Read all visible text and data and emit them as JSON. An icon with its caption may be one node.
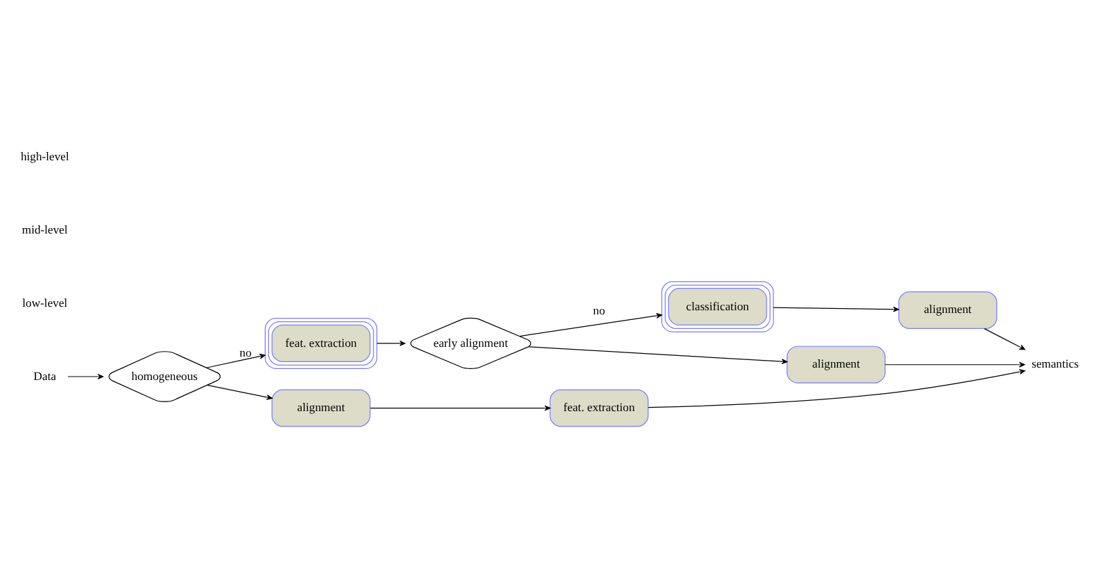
{
  "diagram": {
    "nodes": [
      {
        "text": [
          "Data"
        ]
      },
      {
        "text": [
          "homogeneous"
        ]
      },
      {
        "text": [
          "feat. extraction"
        ]
      },
      {
        "text": [
          "alignment"
        ]
      },
      {
        "text": [
          "feat. extraction"
        ]
      },
      {
        "text": [
          "early alignment"
        ]
      },
      {
        "text": [
          "classification"
        ]
      },
      {
        "text": [
          "alignment"
        ]
      },
      {
        "text": [
          "alignment"
        ]
      },
      {
        "text": [
          "semantics"
        ]
      }
    ],
    "edges": [
      {
        "from": 0,
        "to": 1,
        "arrow": "to"
      },
      {
        "from": 1,
        "to": 2,
        "arrow": "to",
        "label": "no"
      },
      {
        "from": 1,
        "to": 3,
        "arrow": "to"
      },
      {
        "from": 3,
        "to": 4,
        "arrow": "to"
      },
      {
        "from": 2,
        "to": 5,
        "arrow": "to"
      },
      {
        "from": 5,
        "to": 6,
        "arrow": "to",
        "label": "no"
      },
      {
        "from": 5,
        "to": 8,
        "arrow": "to"
      },
      {
        "from": 6,
        "to": 7,
        "arrow": "to"
      },
      {
        "from": 7,
        "to": 9,
        "arrow": "to"
      },
      {
        "from": 8,
        "to": 9,
        "arrow": "to"
      },
      {
        "from": 4,
        "to": 9,
        "arrow": "to"
      }
    ],
    "labels": [
      "high-level",
      "mid-level",
      "low-level"
    ]
  }
}
